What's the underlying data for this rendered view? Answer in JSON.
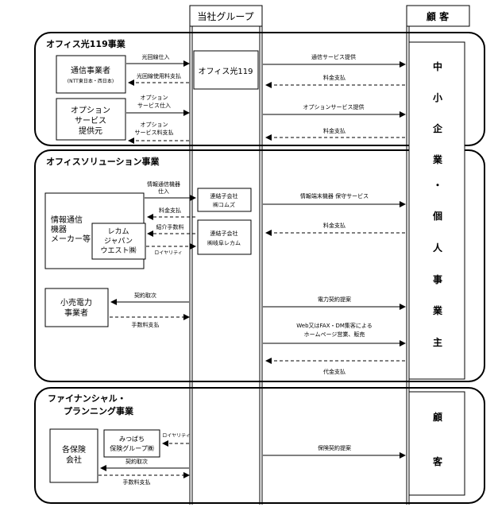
{
  "header": {
    "group": "当社グループ",
    "customer": "顧 客"
  },
  "sections": {
    "s1": {
      "title": "オフィス光119事業"
    },
    "s2": {
      "title": "オフィスソリューション事業"
    },
    "s3": {
      "title_line1": "ファイナンシャル・",
      "title_line2": "プランニング事業"
    }
  },
  "customer_column": {
    "chars": [
      "中",
      "小",
      "企",
      "業",
      "・",
      "個",
      "人",
      "事",
      "業",
      "主"
    ],
    "s3_chars": [
      "顧",
      "客"
    ]
  },
  "boxes": {
    "telecom": {
      "line1": "通信事業者",
      "line2": "(NTT東日本・西日本)"
    },
    "option": {
      "line1": "オプション",
      "line2": "サービス",
      "line3": "提供元"
    },
    "hikari": {
      "label": "オフィス光119"
    },
    "makers": {
      "line1": "情報通信",
      "line2": "機器",
      "line3": "メーカー等"
    },
    "recam_jw": {
      "line1": "レカム",
      "line2": "ジャパン",
      "line3": "ウエスト㈱"
    },
    "comz": {
      "line1": "連結子会社",
      "line2": "㈱コムズ"
    },
    "gifu": {
      "line1": "連結子会社",
      "line2": "㈱岐阜レカム"
    },
    "power": {
      "line1": "小売電力",
      "line2": "事業者"
    },
    "mizuho": {
      "line1": "みつばち",
      "line2": "保険グループ㈱"
    },
    "insurers": {
      "line1": "各保険",
      "line2": "会社"
    }
  },
  "arrows": {
    "fiber_purchase": "光回線仕入",
    "fiber_fee": "光回線使用料支払",
    "option_purchase_1": "オプション",
    "option_purchase_2": "サービス仕入",
    "option_fee_1": "オプション",
    "option_fee_2": "サービス料支払",
    "comm_service": "通信サービス提供",
    "fee_pay_1": "料金支払",
    "option_service": "オプションサービス提供",
    "fee_pay_2": "料金支払",
    "equip_purchase_1": "情報通信機器",
    "equip_purchase_2": "仕入",
    "fee_pay_3": "料金支払",
    "intro_fee": "紹介手数料",
    "royalty_1": "ロイヤリティ",
    "equip_service": "情報端末機器 保守サービス",
    "fee_pay_4": "料金支払",
    "contract_agency_1": "契約取次",
    "commission_1": "手数料支払",
    "power_contract": "電力契約提案",
    "web_line1": "Web又はFAX・DM集客による",
    "web_line2": "ホームページ営業、販売",
    "proxy_pay": "代金支払",
    "royalty_2": "ロイヤリティ",
    "insurance_proposal": "保険契約提案",
    "contract_agency_2": "契約取次",
    "commission_2": "手数料支払"
  }
}
